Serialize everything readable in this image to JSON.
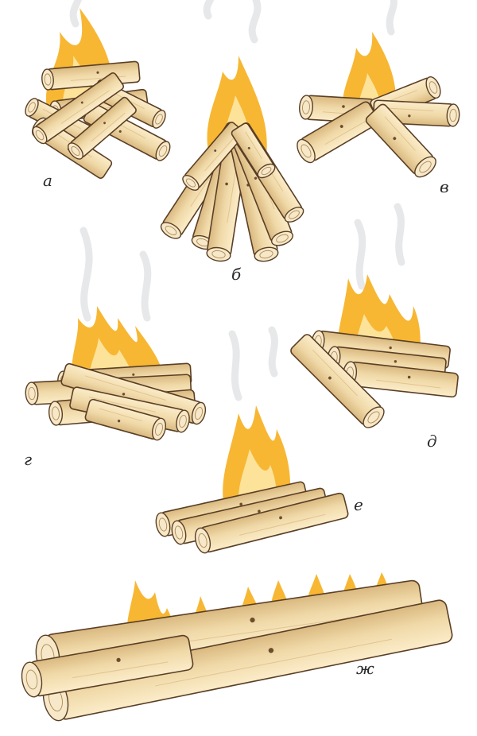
{
  "diagram": {
    "labels": {
      "a": "а",
      "b": "б",
      "v": "в",
      "g": "г",
      "d": "д",
      "e": "е",
      "zh": "ж"
    },
    "colors": {
      "wood": "#f3dfb6",
      "wood_shade": "#e2c48f",
      "log_end": "#f6e8c8",
      "outline": "#5a3f26",
      "flame": "#f7b733",
      "flame_core": "#fde39a",
      "smoke": "#d4d6d8"
    }
  }
}
